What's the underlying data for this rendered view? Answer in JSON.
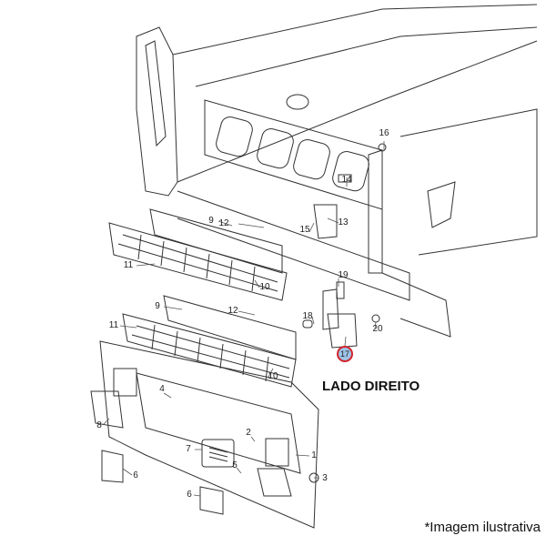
{
  "diagram": {
    "side_label": "LADO DIREITO",
    "note": "*Imagem ilustrativa",
    "highlight_color": "#d2232a",
    "callouts": {
      "c16": "16",
      "c14": "14",
      "c13": "13",
      "c15": "15",
      "c12a": "12",
      "c9a": "9",
      "c11a": "11",
      "c10a": "10",
      "c19": "19",
      "c18": "18",
      "c17": "17",
      "c20": "20",
      "c9b": "9",
      "c11b": "11",
      "c12b": "12",
      "c10b": "10",
      "c4": "4",
      "c2": "2",
      "c3": "3",
      "c1": "1",
      "c8": "8",
      "c7": "7",
      "c5": "5",
      "c6a": "6",
      "c6b": "6"
    }
  }
}
